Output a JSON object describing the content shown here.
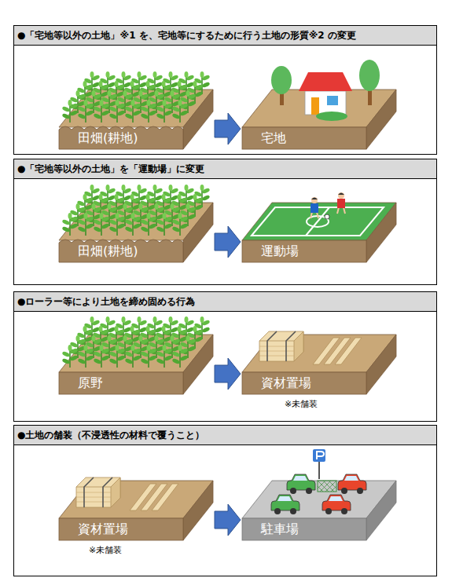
{
  "diagram": {
    "nodes": [
      {
        "text": [
          "●「宅地等以外の土地」※1 を、宅地等にするために行う土地の形質※2 の変更"
        ]
      },
      {
        "text": [
          "田畑(耕地)"
        ],
        "in": 0
      },
      {
        "text": [
          "宅地"
        ],
        "in": 0
      },
      {
        "text": [
          "●「宅地等以外の土地」を「運動場」に変更"
        ]
      },
      {
        "text": [
          "田畑(耕地)"
        ],
        "in": 3
      },
      {
        "text": [
          "運動場"
        ],
        "in": 3
      },
      {
        "text": [
          "●ローラー等により土地を締め固める行為"
        ]
      },
      {
        "text": [
          "原野"
        ],
        "in": 6
      },
      {
        "text": [
          "資材置場"
        ],
        "in": 6
      },
      {
        "text": [
          "●土地の舗装（不浸透性の材料で覆うこと）"
        ]
      },
      {
        "text": [
          "資材置場"
        ],
        "in": 9
      },
      {
        "text": [
          "駐車場"
        ],
        "in": 9
      }
    ],
    "edges": [
      {
        "from": 1,
        "to": 2,
        "arrow": "to"
      },
      {
        "from": 4,
        "to": 5,
        "arrow": "to"
      },
      {
        "from": 7,
        "to": 8,
        "arrow": "to"
      },
      {
        "from": 10,
        "to": 11,
        "arrow": "to"
      }
    ],
    "labels": [
      "※未舗装",
      "※未舗装"
    ]
  }
}
